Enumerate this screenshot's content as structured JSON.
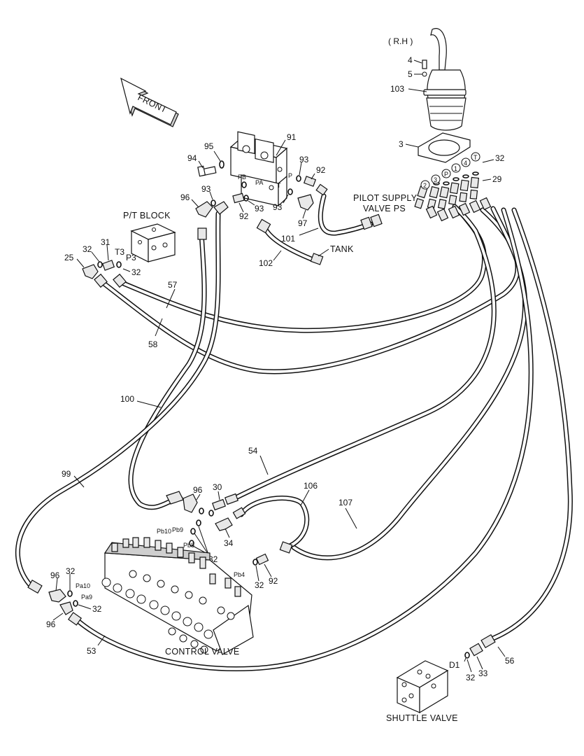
{
  "labels": {
    "rh": "( R.H )",
    "front": "FRONT",
    "pt_block": "P/T BLOCK",
    "pilot_supply_1": "PILOT SUPPLY",
    "pilot_supply_2": "VALVE  PS",
    "tank": "TANK",
    "control_valve": "CONTROL VALVE",
    "shuttle_valve": "SHUTTLE VALVE"
  },
  "port_labels": {
    "pb": "PB",
    "pa": "PA",
    "p": "P",
    "t": "T",
    "t3": "T3",
    "p3": "P3",
    "pb10": "Pb10",
    "pb9": "Pb9",
    "pb8": "Pb8",
    "pb4": "Pb4",
    "pa10": "Pa10",
    "pa9": "Pa9",
    "d1": "D1"
  },
  "joystick_ports": [
    "2",
    "3",
    "P",
    "1",
    "4",
    "T"
  ],
  "part_numbers": {
    "n4": "4",
    "n5": "5",
    "n103": "103",
    "n3": "3",
    "n32_top": "32",
    "n29": "29",
    "n91": "91",
    "n95": "95",
    "n94": "94",
    "n93_a": "93",
    "n92_a": "92",
    "n93_b": "93",
    "n96_top": "96",
    "n93_c": "93",
    "n92_b": "92",
    "n93_d": "93",
    "n97": "97",
    "n101": "101",
    "n102": "102",
    "n32_pt": "32",
    "n31": "31",
    "n25": "25",
    "n32_pt2": "32",
    "n57": "57",
    "n58": "58",
    "n100": "100",
    "n99": "99",
    "n54": "54",
    "n96_mid": "96",
    "n30": "30",
    "n106": "106",
    "n107": "107",
    "n34": "34",
    "n32_mid": "32",
    "n32_pb4": "32",
    "n92_pb4": "92",
    "n96_pa10": "96",
    "n32_pa10": "32",
    "n32_pa9": "32",
    "n96_low": "96",
    "n53": "53",
    "n32_d1": "32",
    "n33": "33",
    "n56": "56"
  }
}
